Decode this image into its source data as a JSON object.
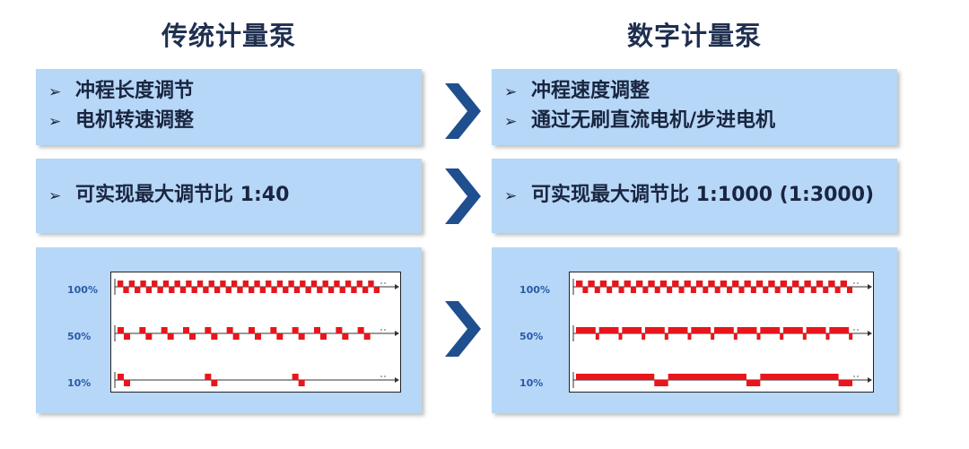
{
  "left": {
    "title": "传统计量泵",
    "features": [
      "冲程长度调节",
      "电机转速调整"
    ],
    "ratio": "可实现最大调节比  1:40"
  },
  "right": {
    "title": "数字计量泵",
    "features": [
      "冲程速度调整",
      "通过无刷直流电机/步进电机"
    ],
    "ratio": "可实现最大调节比  1:1000 (1:3000)"
  },
  "bullet_marker": "➢",
  "levels": [
    "100%",
    "50%",
    "10%"
  ],
  "colors": {
    "panel": "#b6d7f7",
    "title_text": "#1f2f4f",
    "level_label": "#2a5aa8",
    "pulse": "#e8151b",
    "chevron": "#1f4f8f"
  },
  "icons": {
    "arrow": "chevron-right-icon"
  },
  "chart_data": [
    {
      "type": "line",
      "series": [
        {
          "level": "100%",
          "strokes_per_cycle": 1,
          "pulse_count": 23,
          "style": "discrete-stroke"
        },
        {
          "level": "50%",
          "pulse_count": 12,
          "style": "discrete-stroke"
        },
        {
          "level": "10%",
          "pulse_count": 3,
          "style": "discrete-stroke"
        }
      ]
    },
    {
      "type": "line",
      "series": [
        {
          "level": "100%",
          "pulse_count": 23,
          "style": "continuous-stroke"
        },
        {
          "level": "50%",
          "pulse_count": 12,
          "style": "extended-stroke"
        },
        {
          "level": "10%",
          "pulse_count": 3,
          "style": "extended-stroke"
        }
      ]
    }
  ]
}
